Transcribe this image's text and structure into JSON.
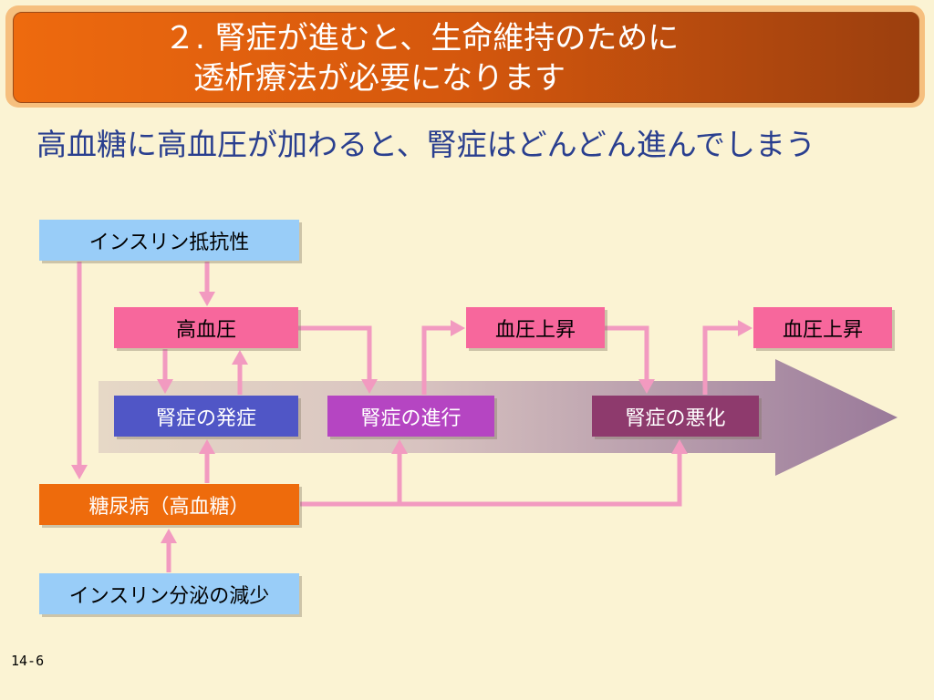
{
  "title": {
    "line1": "２. 腎症が進むと、生命維持のために",
    "line2": "透析療法が必要になります"
  },
  "subtitle": "高血糖に高血圧が加わると、腎症はどんどん進んでしまう",
  "nodes": {
    "insulin_resistance": "インスリン抵抗性",
    "hypertension": "高血圧",
    "bp_rise_1": "血圧上昇",
    "bp_rise_2": "血圧上昇",
    "nephropathy_onset": "腎症の発症",
    "nephropathy_progress": "腎症の進行",
    "nephropathy_worsen": "腎症の悪化",
    "diabetes": "糖尿病（高血糖）",
    "insulin_decrease": "インスリン分泌の減少"
  },
  "colors": {
    "background": "#fbf3d3",
    "title_orange": "#ee6a0e",
    "subtitle_text": "#2a3f8f",
    "arrow_pink": "#f29ac0",
    "big_arrow": "#9e7e9e"
  },
  "page_number": "14-6"
}
